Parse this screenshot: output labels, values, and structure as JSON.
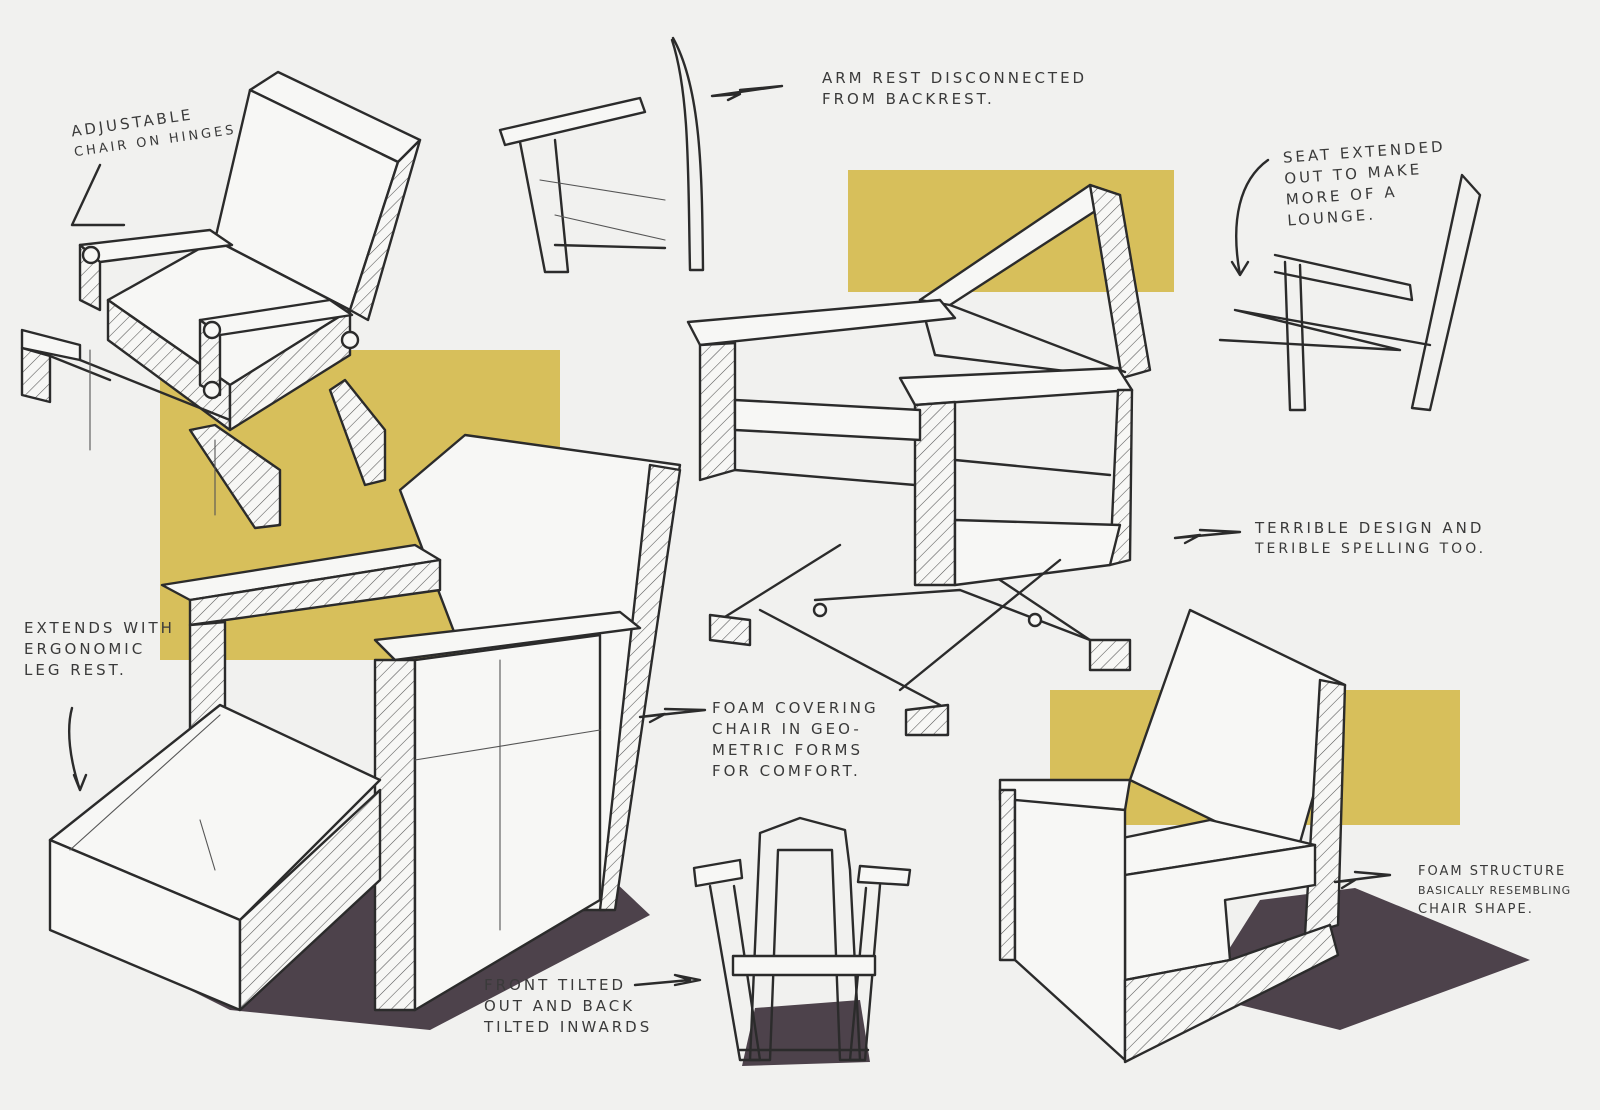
{
  "colors": {
    "paper": "#f1f1ef",
    "ink": "#2b2b2b",
    "yellow_marker": "#d4b94a",
    "shadow_marker": "#4d424b"
  },
  "notes": {
    "adjustable": {
      "line1": "ADJUSTABLE",
      "line2": "CHAIR ON HINGES"
    },
    "armrest": {
      "line1": "ARM REST DISCONNECTED",
      "line2": "FROM BACKREST."
    },
    "seat_extended": {
      "line1": "SEAT EXTENDED",
      "line2": "OUT TO MAKE",
      "line3": "MORE OF A",
      "line4": "LOUNGE."
    },
    "terrible": {
      "line1": "TERRIBLE DESIGN AND",
      "line2": "TERIBLE SPELLING TOO."
    },
    "extends": {
      "line1": "EXTENDS WITH",
      "line2": "ERGONOMIC",
      "line3": "LEG REST."
    },
    "foam_covering": {
      "line1": "FOAM COVERING",
      "line2": "CHAIR IN GEO-",
      "line3": "METRIC FORMS",
      "line4": "FOR COMFORT."
    },
    "front_tilted": {
      "line1": "FRONT TILTED",
      "line2": "OUT AND BACK",
      "line3": "TILTED INWARDS"
    },
    "foam_structure": {
      "line1": "FOAM STRUCTURE",
      "line2": "BASICALLY RESEMBLING",
      "line3": "CHAIR SHAPE."
    }
  }
}
